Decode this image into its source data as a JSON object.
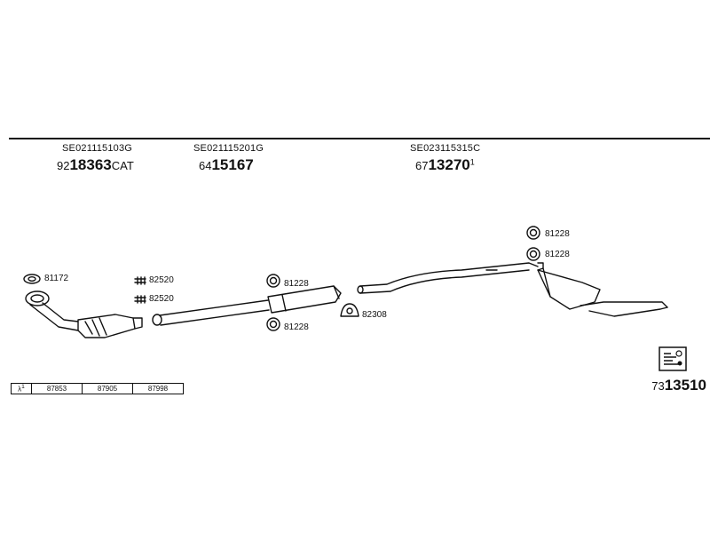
{
  "groups": [
    {
      "oe_number": "SE021115103G",
      "part_prefix": "92",
      "part_main": "18363",
      "part_suffix": "CAT"
    },
    {
      "oe_number": "SE021115201G",
      "part_prefix": "64",
      "part_main": "15167",
      "part_suffix": ""
    },
    {
      "oe_number": "SE023115315C",
      "part_prefix": "67",
      "part_main": "13270",
      "part_suffix": "1"
    }
  ],
  "labels": {
    "gasket_front": "81172",
    "clamp_upper": "82520",
    "clamp_lower": "82520",
    "ring_mid_top": "81228",
    "ring_mid_bottom": "81228",
    "bracket": "82308",
    "ring_rear_1": "81228",
    "ring_rear_2": "81228"
  },
  "footer": {
    "symbol": "λ",
    "superscript": "1",
    "cells": [
      "87853",
      "87905",
      "87998"
    ]
  },
  "diagram_number": {
    "prefix": "73",
    "main": "13510"
  },
  "icons": {
    "kit": "exhaust-kit-icon"
  }
}
